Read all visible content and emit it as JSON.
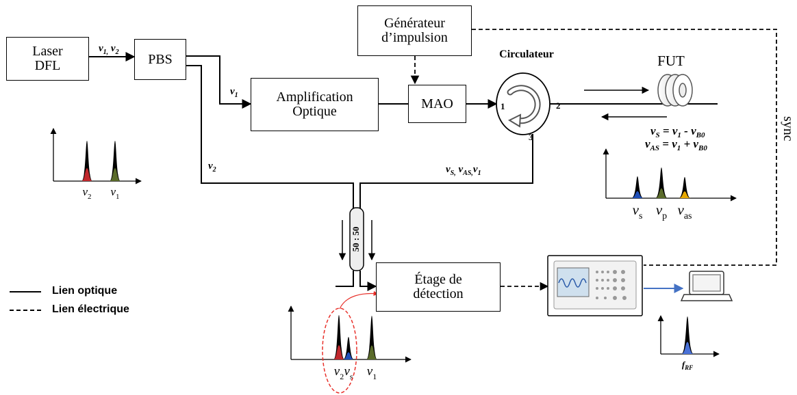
{
  "blocks": {
    "laser": [
      "Laser",
      "DFL"
    ],
    "pbs": "PBS",
    "pulse_gen": [
      "Générateur",
      "d’impulsion"
    ],
    "amplifier": [
      "Amplification",
      "Optique"
    ],
    "mao": "MAO",
    "circulator": "Circulateur",
    "fut": "FUT",
    "detection": [
      "Étage de",
      "détection"
    ],
    "coupler": "50 : 50"
  },
  "ports": [
    "1",
    "2",
    "3"
  ],
  "signals": {
    "laser_out": "ν1, ν2",
    "pbs_to_amp": "ν1",
    "pbs_to_coupler": "ν2",
    "circ_out": "νS, νAS, ν1",
    "sync": "sync"
  },
  "equations": {
    "stokes": "νS = ν1 - νB0",
    "antistokes": "νAS = ν1 + νB0"
  },
  "spectra": {
    "input": {
      "labels": [
        "ν2",
        "ν1"
      ],
      "colors": [
        "#c0282d",
        "#5a6b2a"
      ]
    },
    "brillouin": {
      "labels": [
        "νs",
        "νp",
        "νas"
      ],
      "colors": [
        "#1f4fb8",
        "#5a6b2a",
        "#e6a800"
      ]
    },
    "detection": {
      "labels": [
        "ν2",
        "νs",
        "ν1"
      ],
      "colors": [
        "#c0282d",
        "#1f4fb8",
        "#5a6b2a"
      ]
    },
    "rf": {
      "labels": [
        "fRF"
      ],
      "colors": [
        "#4a72d8"
      ]
    }
  },
  "legend": [
    {
      "label": "Lien optique",
      "style": "solid"
    },
    {
      "label": "Lien électrique",
      "style": "dashed"
    }
  ],
  "colors": {
    "oscilloscope_link": "#4472c4",
    "highlight": "#e8302a"
  }
}
